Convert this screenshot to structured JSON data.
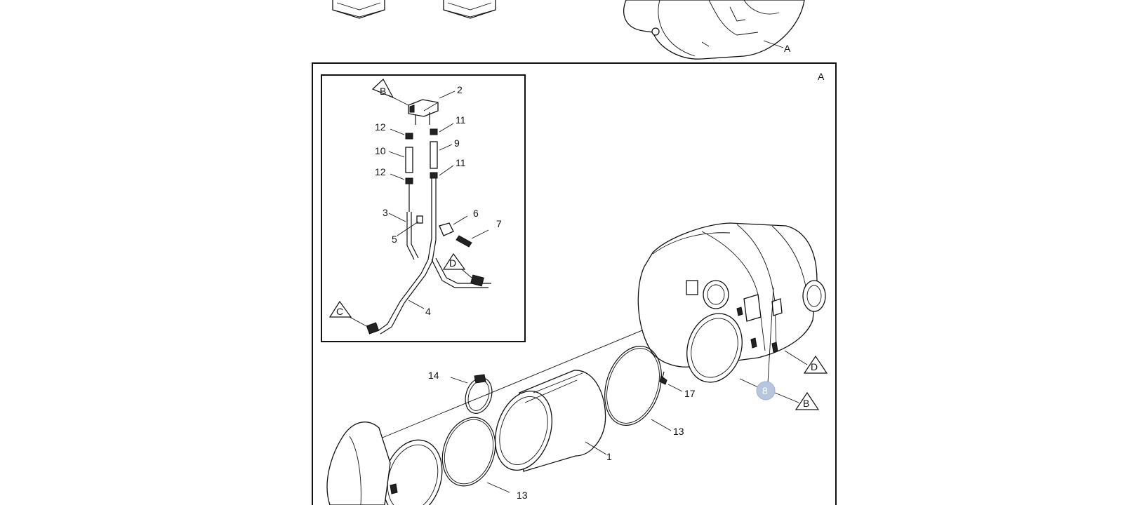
{
  "diagram": {
    "view_label": "A",
    "overview_callout_label": "A",
    "part_labels": [
      {
        "id": "p1",
        "text": "1"
      },
      {
        "id": "p2",
        "text": "2"
      },
      {
        "id": "p3",
        "text": "3"
      },
      {
        "id": "p4",
        "text": "4"
      },
      {
        "id": "p5",
        "text": "5"
      },
      {
        "id": "p6",
        "text": "6"
      },
      {
        "id": "p7",
        "text": "7"
      },
      {
        "id": "p8",
        "text": "8"
      },
      {
        "id": "p9",
        "text": "9"
      },
      {
        "id": "p10",
        "text": "10"
      },
      {
        "id": "p11a",
        "text": "11"
      },
      {
        "id": "p11b",
        "text": "11"
      },
      {
        "id": "p12a",
        "text": "12"
      },
      {
        "id": "p12b",
        "text": "12"
      },
      {
        "id": "p13a",
        "text": "13"
      },
      {
        "id": "p13b",
        "text": "13"
      },
      {
        "id": "p14",
        "text": "14"
      },
      {
        "id": "p17",
        "text": "17"
      }
    ],
    "connection_refs": [
      {
        "id": "inset-B",
        "text": "B"
      },
      {
        "id": "inset-C",
        "text": "C"
      },
      {
        "id": "inset-D",
        "text": "D"
      },
      {
        "id": "main-D",
        "text": "D"
      },
      {
        "id": "main-B",
        "text": "B"
      }
    ],
    "highlighted_item": "8"
  }
}
